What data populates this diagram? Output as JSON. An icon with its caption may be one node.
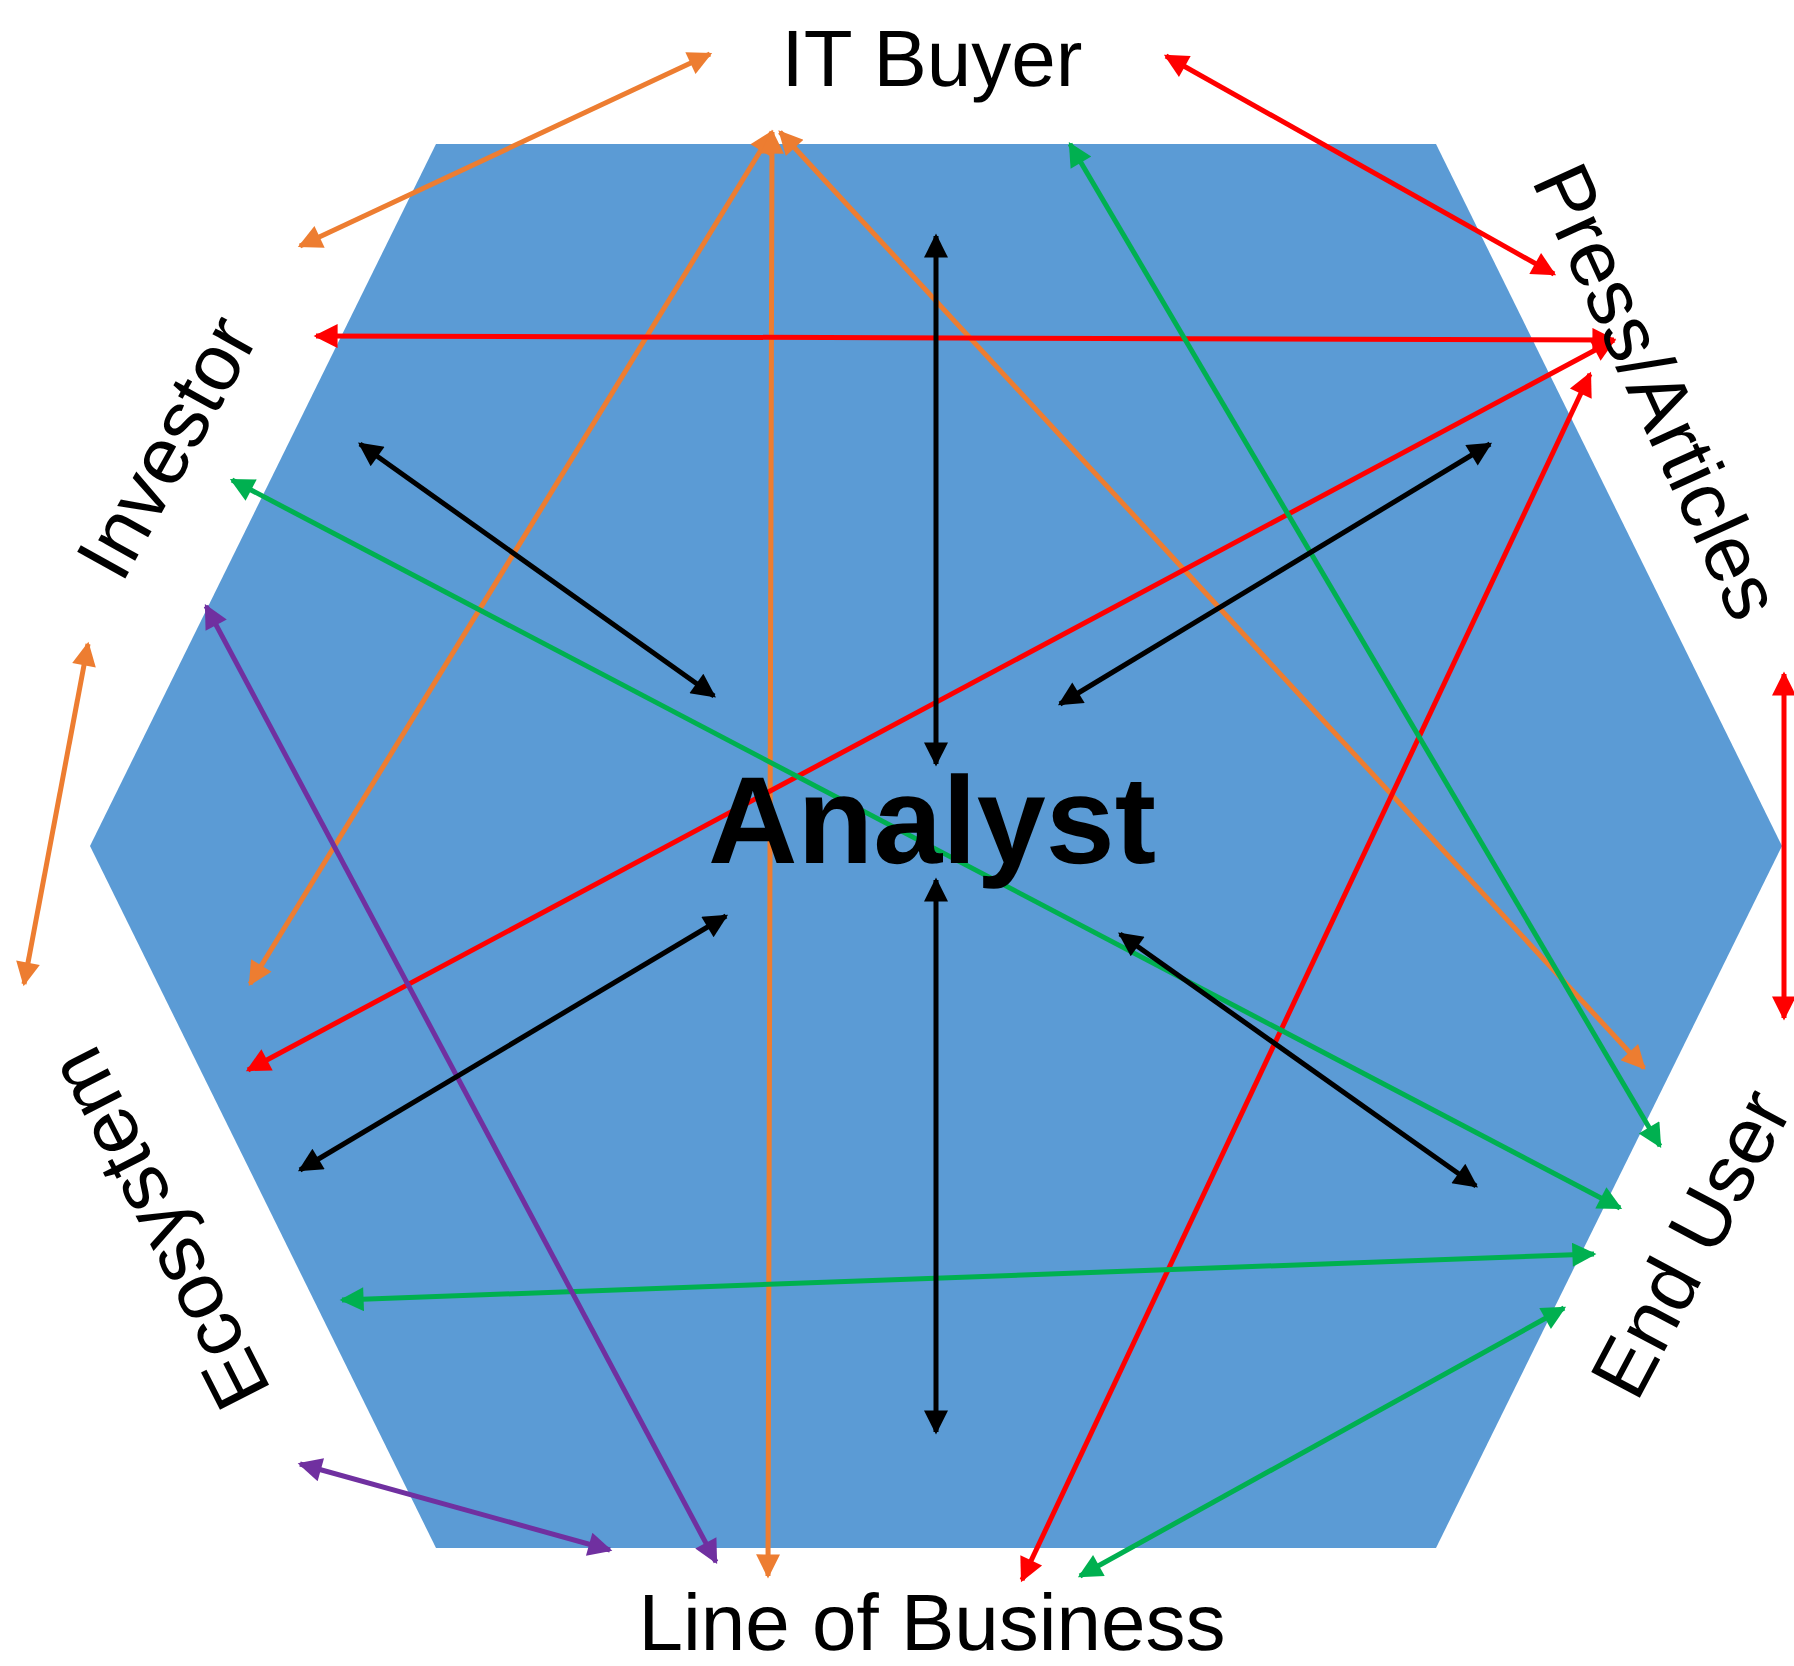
{
  "diagram": {
    "nodes": [
      {
        "text": [
          "Analyst"
        ]
      },
      {
        "text": [
          "IT Buyer"
        ]
      },
      {
        "text": [
          "Press/Articles"
        ]
      },
      {
        "text": [
          "End User"
        ]
      },
      {
        "text": [
          "Line of Business"
        ]
      },
      {
        "text": [
          "Ecosystem"
        ]
      },
      {
        "text": [
          "Investor"
        ]
      }
    ],
    "edges": [
      {
        "from": 1,
        "to": 6,
        "arrow": "both",
        "color": "#ed7d31"
      },
      {
        "from": 1,
        "to": 5,
        "arrow": "both",
        "color": "#ed7d31"
      },
      {
        "from": 1,
        "to": 4,
        "arrow": "both",
        "color": "#ed7d31"
      },
      {
        "from": 1,
        "to": 3,
        "arrow": "both",
        "color": "#ed7d31"
      },
      {
        "from": 6,
        "to": 5,
        "arrow": "both",
        "color": "#ed7d31"
      },
      {
        "from": 1,
        "to": 2,
        "arrow": "both",
        "color": "#ff0000"
      },
      {
        "from": 2,
        "to": 6,
        "arrow": "both",
        "color": "#ff0000"
      },
      {
        "from": 2,
        "to": 5,
        "arrow": "both",
        "color": "#ff0000"
      },
      {
        "from": 2,
        "to": 4,
        "arrow": "both",
        "color": "#ff0000"
      },
      {
        "from": 2,
        "to": 3,
        "arrow": "both",
        "color": "#ff0000"
      },
      {
        "from": 3,
        "to": 1,
        "arrow": "both",
        "color": "#00b050"
      },
      {
        "from": 3,
        "to": 6,
        "arrow": "both",
        "color": "#00b050"
      },
      {
        "from": 3,
        "to": 5,
        "arrow": "both",
        "color": "#00b050"
      },
      {
        "from": 3,
        "to": 4,
        "arrow": "both",
        "color": "#00b050"
      },
      {
        "from": 4,
        "to": 6,
        "arrow": "both",
        "color": "#7030a0"
      },
      {
        "from": 4,
        "to": 5,
        "arrow": "both",
        "color": "#7030a0"
      },
      {
        "from": 0,
        "to": 1,
        "arrow": "both"
      },
      {
        "from": 0,
        "to": 2,
        "arrow": "both"
      },
      {
        "from": 0,
        "to": 3,
        "arrow": "both"
      },
      {
        "from": 0,
        "to": 4,
        "arrow": "both"
      },
      {
        "from": 0,
        "to": 5,
        "arrow": "both"
      },
      {
        "from": 0,
        "to": 6,
        "arrow": "both"
      }
    ]
  }
}
